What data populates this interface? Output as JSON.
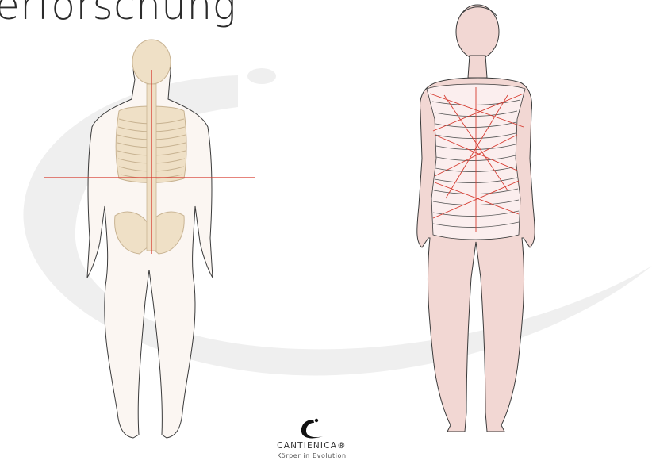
{
  "slide": {
    "title": "erforschung"
  },
  "logo": {
    "name": "CANTIENICA®",
    "tagline": "Körper in Evolution"
  },
  "colors": {
    "background": "#ffffff",
    "swoosh": "#efefef",
    "skeleton": "#efe0c6",
    "skin": "#f2d7d3",
    "axis_line": "#d63a2f",
    "outline": "#3a3a3a"
  }
}
